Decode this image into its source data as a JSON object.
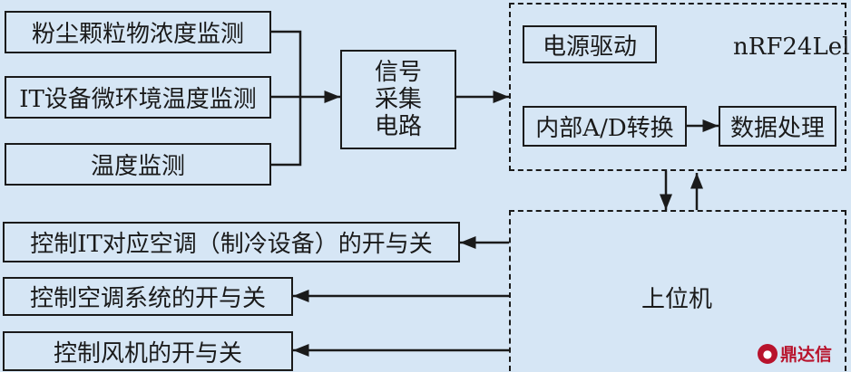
{
  "inputs": {
    "dust": "粉尘颗粒物浓度监测",
    "it_env": "IT设备微环境温度监测",
    "temp": "温度监测"
  },
  "collector": [
    "信号",
    "采集",
    "电路"
  ],
  "module": {
    "name": "nRF24Lel",
    "power": "电源驱动",
    "adc": "内部A/D转换",
    "processing": "数据处理"
  },
  "host": "上位机",
  "outputs": {
    "it_ac": "控制IT对应空调（制冷设备）的开与关",
    "ac_system": "控制空调系统的开与关",
    "fan": "控制风机的开与关"
  },
  "watermark": "鼎达信"
}
